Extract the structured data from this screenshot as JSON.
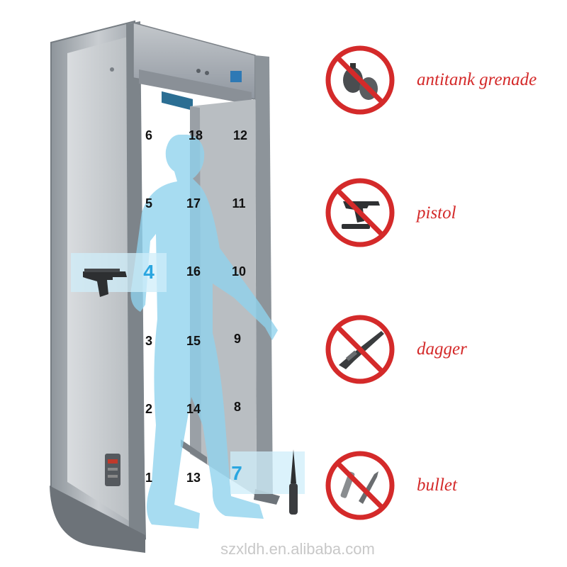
{
  "colors": {
    "frame_gray": "#9ea4a9",
    "frame_dark": "#6f767c",
    "silhouette_blue": "#8fd3ee",
    "zone_highlight_blue": "#2aa6e0",
    "prohibited_red": "#d42a2a",
    "label_red": "#d42a2a",
    "watermark_gray": "#c8c8c8"
  },
  "zones": {
    "left_column": [
      "6",
      "5",
      "4",
      "3",
      "2",
      "1"
    ],
    "center_column": [
      "18",
      "17",
      "16",
      "15",
      "14",
      "13"
    ],
    "right_column": [
      "12",
      "11",
      "10",
      "9",
      "8",
      "7"
    ],
    "highlighted": [
      "4",
      "7"
    ]
  },
  "prohibited_items": [
    {
      "label": "antitank grenade",
      "icon": "grenade-icon"
    },
    {
      "label": "pistol",
      "icon": "pistol-icon"
    },
    {
      "label": "dagger",
      "icon": "dagger-icon"
    },
    {
      "label": "bullet",
      "icon": "bullet-icon"
    }
  ],
  "detected_objects": [
    {
      "zone": "4",
      "icon": "pistol-icon"
    },
    {
      "zone": "7",
      "icon": "knife-icon"
    }
  ],
  "watermark": "szxldh.en.alibaba.com"
}
